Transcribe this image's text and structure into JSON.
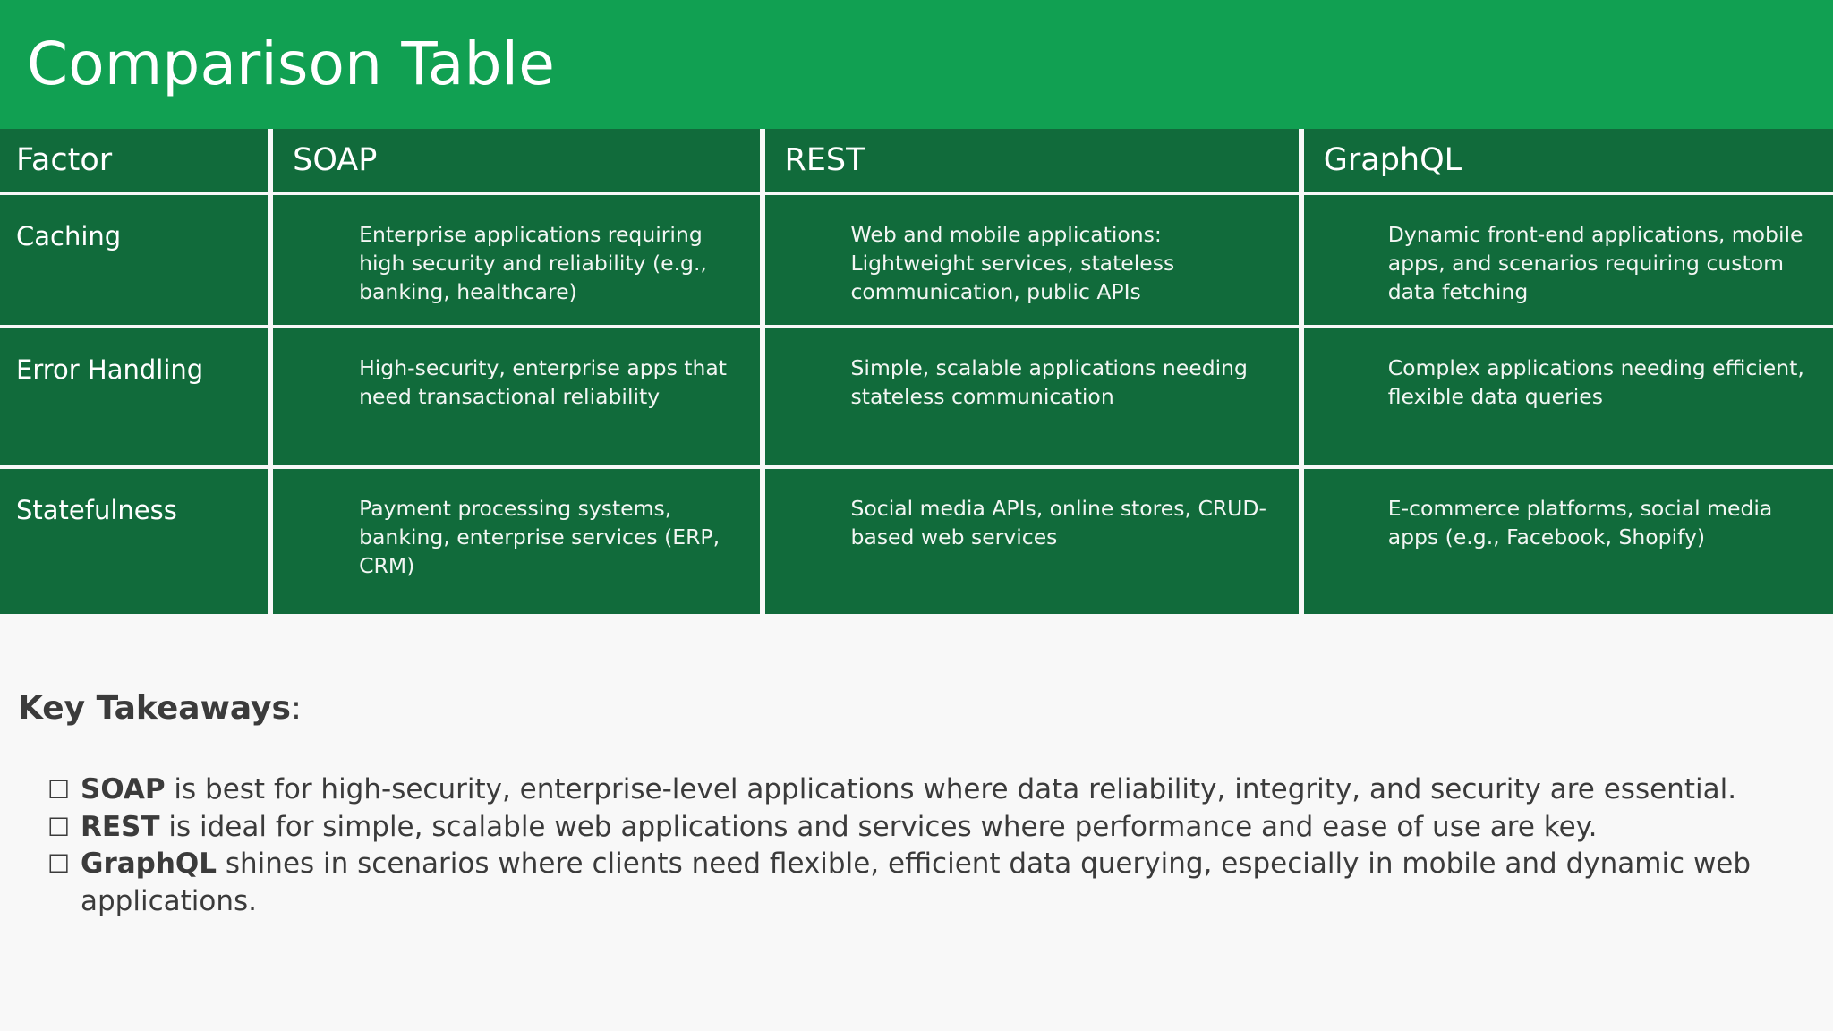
{
  "slide": {
    "title": "Comparison Table",
    "background_color": "#f8f8f8",
    "title_band_color": "#11a052",
    "table_cell_color": "#116b3b",
    "text_color": "#3b3b3b"
  },
  "table": {
    "columns": [
      "Factor",
      "SOAP",
      "REST",
      "GraphQL"
    ],
    "rows": [
      {
        "factor": "Caching",
        "soap": "Enterprise applications requiring high security and reliability (e.g., banking, healthcare)",
        "rest": "Web and mobile applications: Lightweight services, stateless communication, public APIs",
        "graphql": "Dynamic front-end applications, mobile apps, and scenarios requiring custom data fetching"
      },
      {
        "factor": "Error Handling",
        "soap": "High-security, enterprise apps that need transactional reliability",
        "rest": "Simple, scalable applications needing stateless communication",
        "graphql": "Complex applications needing efficient, flexible data queries"
      },
      {
        "factor": "Statefulness",
        "soap": "Payment processing systems, banking, enterprise services (ERP, CRM)",
        "rest": "Social media APIs, online stores, CRUD-based web services",
        "graphql": "E-commerce platforms, social media apps (e.g., Facebook, Shopify)"
      }
    ]
  },
  "takeaways": {
    "heading_strong": "Key Takeaways",
    "heading_suffix": ":",
    "bullet_glyph": "☐",
    "items": [
      {
        "term": "SOAP",
        "text": " is best for high-security, enterprise-level applications where data reliability, integrity, and security are essential."
      },
      {
        "term": "REST",
        "text": " is ideal for simple, scalable web applications and services where performance and ease of use are key."
      },
      {
        "term": "GraphQL",
        "text": " shines in scenarios where clients need flexible, efficient data querying, especially in mobile and dynamic web applications."
      }
    ]
  }
}
